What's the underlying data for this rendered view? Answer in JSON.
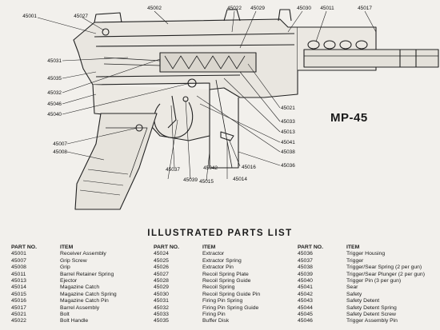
{
  "model_label": "MP-45",
  "parts_title": "ILLUSTRATED PARTS LIST",
  "headers": {
    "part_no": "PART NO.",
    "item": "ITEM"
  },
  "callouts": [
    "45001",
    "45027",
    "45002",
    "45022",
    "45029",
    "45030",
    "45011",
    "45017",
    "45031",
    "45035",
    "45032",
    "45046",
    "45040",
    "45021",
    "45033",
    "45013",
    "45041",
    "45038",
    "45036",
    "45016",
    "45014",
    "45015",
    "45039",
    "45042",
    "45037",
    "45007",
    "45008"
  ],
  "columns": [
    [
      {
        "part_no": "45001",
        "item": "Receiver Assembly"
      },
      {
        "part_no": "45007",
        "item": "Grip Screw"
      },
      {
        "part_no": "45008",
        "item": "Grip"
      },
      {
        "part_no": "45011",
        "item": "Barrel Retainer Spring"
      },
      {
        "part_no": "45013",
        "item": "Ejector"
      },
      {
        "part_no": "45014",
        "item": "Magazine Catch"
      },
      {
        "part_no": "45015",
        "item": "Magazine Catch Spring"
      },
      {
        "part_no": "45016",
        "item": "Magazine Catch Pin"
      },
      {
        "part_no": "45017",
        "item": "Barrel Assembly"
      },
      {
        "part_no": "45021",
        "item": "Bolt"
      },
      {
        "part_no": "45022",
        "item": "Bolt Handle"
      }
    ],
    [
      {
        "part_no": "45024",
        "item": "Extractor"
      },
      {
        "part_no": "45025",
        "item": "Extractor Spring"
      },
      {
        "part_no": "45026",
        "item": "Extractor Pin"
      },
      {
        "part_no": "45027",
        "item": "Recoil Spring Plate"
      },
      {
        "part_no": "45028",
        "item": "Recoil Spring Guide"
      },
      {
        "part_no": "45029",
        "item": "Recoil Spring"
      },
      {
        "part_no": "45030",
        "item": "Recoil Spring Guide Pin"
      },
      {
        "part_no": "45031",
        "item": "Firing Pin Spring"
      },
      {
        "part_no": "45032",
        "item": "Firing Pin Spring Guide"
      },
      {
        "part_no": "45033",
        "item": "Firing Pin"
      },
      {
        "part_no": "45035",
        "item": "Buffer Disk"
      }
    ],
    [
      {
        "part_no": "45036",
        "item": "Trigger Housing"
      },
      {
        "part_no": "45037",
        "item": "Trigger"
      },
      {
        "part_no": "45038",
        "item": "Trigger/Sear Spring (2 per gun)"
      },
      {
        "part_no": "45039",
        "item": "Trigger/Sear Plunger (2 per gun)"
      },
      {
        "part_no": "45040",
        "item": "Trigger Pin (3 per gun)"
      },
      {
        "part_no": "45041",
        "item": "Sear"
      },
      {
        "part_no": "45042",
        "item": "Safety"
      },
      {
        "part_no": "45043",
        "item": "Safety Detent"
      },
      {
        "part_no": "45044",
        "item": "Safety Detent Spring"
      },
      {
        "part_no": "45045",
        "item": "Safety Detent Screw"
      },
      {
        "part_no": "45046",
        "item": "Trigger Assembly Pin"
      }
    ]
  ]
}
